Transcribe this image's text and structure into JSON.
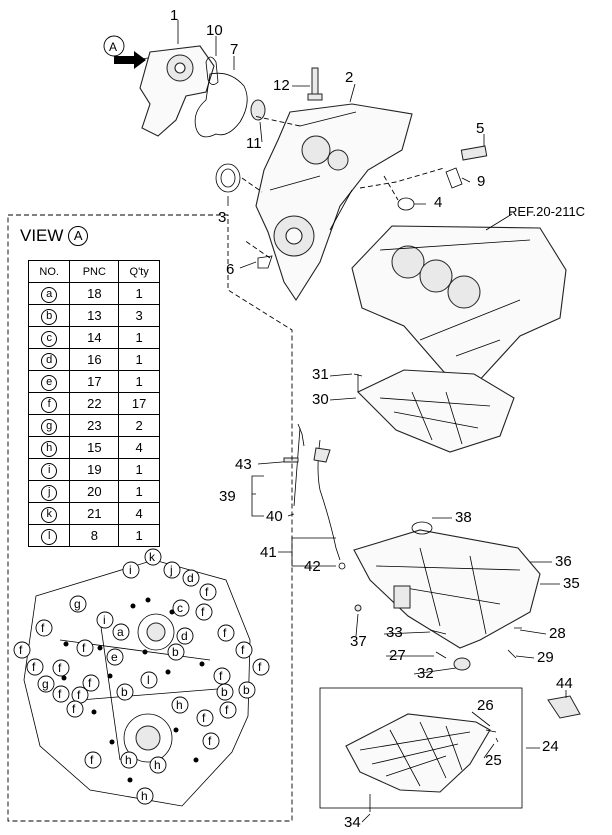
{
  "view_box": {
    "title": "VIEW",
    "title_ref": "A",
    "columns": [
      "NO.",
      "PNC",
      "Q'ty"
    ],
    "rows": [
      {
        "no": "a",
        "pnc": "18",
        "qty": "1"
      },
      {
        "no": "b",
        "pnc": "13",
        "qty": "3"
      },
      {
        "no": "c",
        "pnc": "14",
        "qty": "1"
      },
      {
        "no": "d",
        "pnc": "16",
        "qty": "1"
      },
      {
        "no": "e",
        "pnc": "17",
        "qty": "1"
      },
      {
        "no": "f",
        "pnc": "22",
        "qty": "17"
      },
      {
        "no": "g",
        "pnc": "23",
        "qty": "2"
      },
      {
        "no": "h",
        "pnc": "15",
        "qty": "4"
      },
      {
        "no": "i",
        "pnc": "19",
        "qty": "1"
      },
      {
        "no": "j",
        "pnc": "20",
        "qty": "1"
      },
      {
        "no": "k",
        "pnc": "21",
        "qty": "4"
      },
      {
        "no": "l",
        "pnc": "8",
        "qty": "1"
      }
    ]
  },
  "view_marker": "A",
  "reference_label": "REF.20-211C",
  "part_numbers": [
    "1",
    "2",
    "3",
    "4",
    "5",
    "6",
    "7",
    "9",
    "10",
    "11",
    "12",
    "24",
    "25",
    "26",
    "27",
    "28",
    "29",
    "30",
    "31",
    "32",
    "33",
    "34",
    "35",
    "36",
    "37",
    "38",
    "39",
    "40",
    "41",
    "42",
    "43",
    "44"
  ],
  "detail_callouts": [
    "k",
    "i",
    "j",
    "d",
    "g",
    "f",
    "i",
    "c",
    "a",
    "f",
    "f",
    "d",
    "f",
    "f",
    "f",
    "e",
    "b",
    "f",
    "f",
    "f",
    "f",
    "l",
    "f",
    "f",
    "g",
    "f",
    "b",
    "f",
    "b",
    "f",
    "b",
    "h",
    "f",
    "f",
    "f",
    "f",
    "h",
    "h",
    "h"
  ]
}
